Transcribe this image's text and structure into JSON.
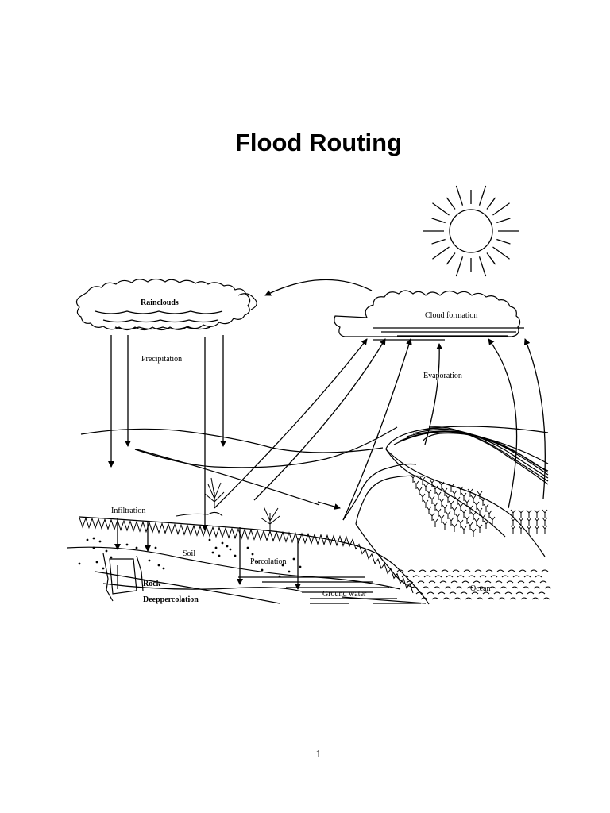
{
  "page": {
    "title": "Flood Routing",
    "number": "1"
  },
  "diagram": {
    "labels": {
      "rainclouds": "Rainclouds",
      "precipitation": "Precipitation",
      "cloud_formation": "Cloud formation",
      "evaporation": "Evaporation",
      "infiltration": "Infiltration",
      "soil": "Soil",
      "percolation": "Percolation",
      "rock": "Rock",
      "deep_percolation": "Deeppercolation",
      "ground_water": "Ground water",
      "ocean": "Ocean"
    }
  }
}
